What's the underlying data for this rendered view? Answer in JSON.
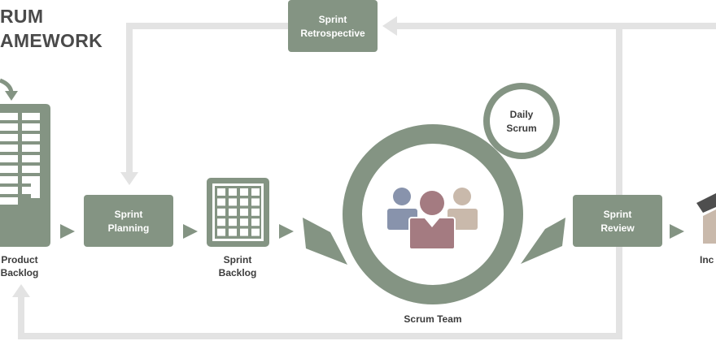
{
  "title": {
    "line1": "RUM",
    "line2": "AMEWORK"
  },
  "product_backlog": {
    "line1": "Product",
    "line2": "Backlog"
  },
  "sprint_planning": {
    "line1": "Sprint",
    "line2": "Planning"
  },
  "sprint_backlog": {
    "line1": "Sprint",
    "line2": "Backlog"
  },
  "sprint_retrospective": {
    "line1": "Sprint",
    "line2": "Retrospective"
  },
  "daily_scrum": {
    "line1": "Daily",
    "line2": "Scrum"
  },
  "scrum_team": {
    "label": "Scrum Team"
  },
  "sprint_review": {
    "line1": "Sprint",
    "line2": "Review"
  },
  "increment": {
    "label": "Inc"
  },
  "colors": {
    "box": "#849483",
    "flow_line": "#e3e3e3",
    "person_blue": "#8893ac",
    "person_rose": "#a47b81",
    "person_tan": "#c9b9ab",
    "dark_box": "#4e4e4e"
  }
}
